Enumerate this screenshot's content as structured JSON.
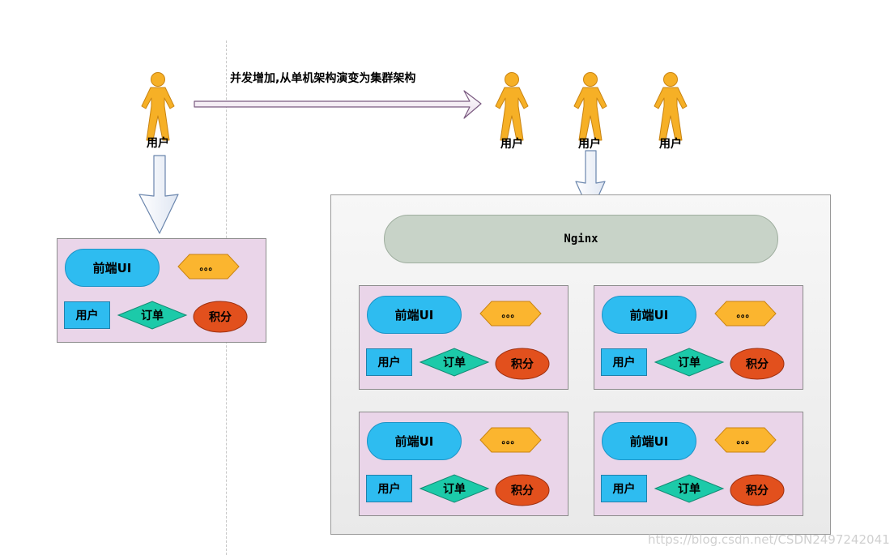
{
  "headline": "并发增加,从单机架构演变为集群架构",
  "user_label": "用户",
  "nginx_label": "Nginx",
  "module": {
    "frontend": "前端UI",
    "ellipsis": "。。。",
    "user": "用户",
    "order": "订单",
    "points": "积分"
  },
  "watermark": "https://blog.csdn.net/CSDN2497242041",
  "colors": {
    "person": "#f6b026",
    "frontend": "#2ebcf0",
    "ellipsis": "#fbb52f",
    "order": "#1ccaa9",
    "points": "#e2501d",
    "module_bg": "#ead5e9",
    "nginx": "#c8d3c8"
  }
}
